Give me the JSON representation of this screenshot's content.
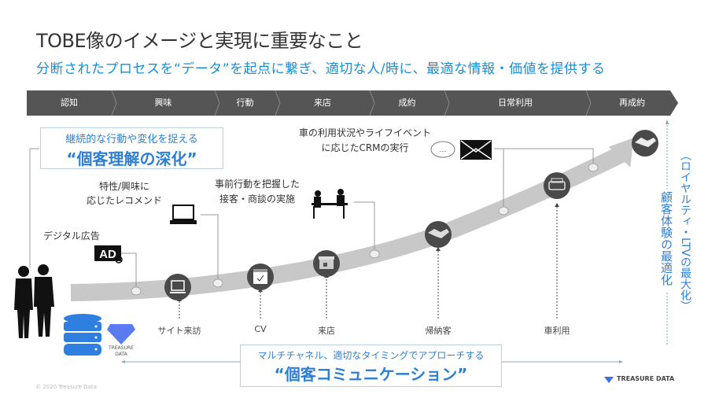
{
  "title": "TOBE像のイメージと実現に重要なこと",
  "subtitle": "分断されたプロセスを“データ”を起点に繋ぎ、適切な人/時に、最適な情報・価値を提供する",
  "stages": [
    "認知",
    "興味",
    "行動",
    "来店",
    "成約",
    "日常利用",
    "再成約"
  ],
  "understanding_box": {
    "line1": "継続的な行動や変化を捉える",
    "line2": "“個客理解の深化”"
  },
  "communication_box": {
    "line1": "マルチチャネル、適切なタイミングでアプローチする",
    "line2": "“個客コミュニケーション”"
  },
  "callouts": {
    "digital_ad": "デジタル広告",
    "recommend_1": "特性/興味に",
    "recommend_2": "応じたレコメンド",
    "sales_1": "事前行動を把握した",
    "sales_2": "接客・商談の実施",
    "crm_1": "車の利用状況やライフイベント",
    "crm_2": "に応じたCRMの実行"
  },
  "touchpoints": [
    "サイト来訪",
    "CV",
    "来店",
    "帰納客",
    "車利用"
  ],
  "vertical": {
    "main": "顧客体験の最適化",
    "sub": "（ロイヤルティ・LTVの最大化）"
  },
  "logo_small": "TREASURE DATA",
  "logo_footer": "TREASURE DATA",
  "copyright": "© 2020 Treasure Data",
  "icons": {
    "ad": "AD"
  },
  "colors": {
    "accent": "#2f7fd1",
    "bar": "#555555",
    "curve": "#c8c8c8",
    "icon_bg": "#4a4a4a"
  }
}
